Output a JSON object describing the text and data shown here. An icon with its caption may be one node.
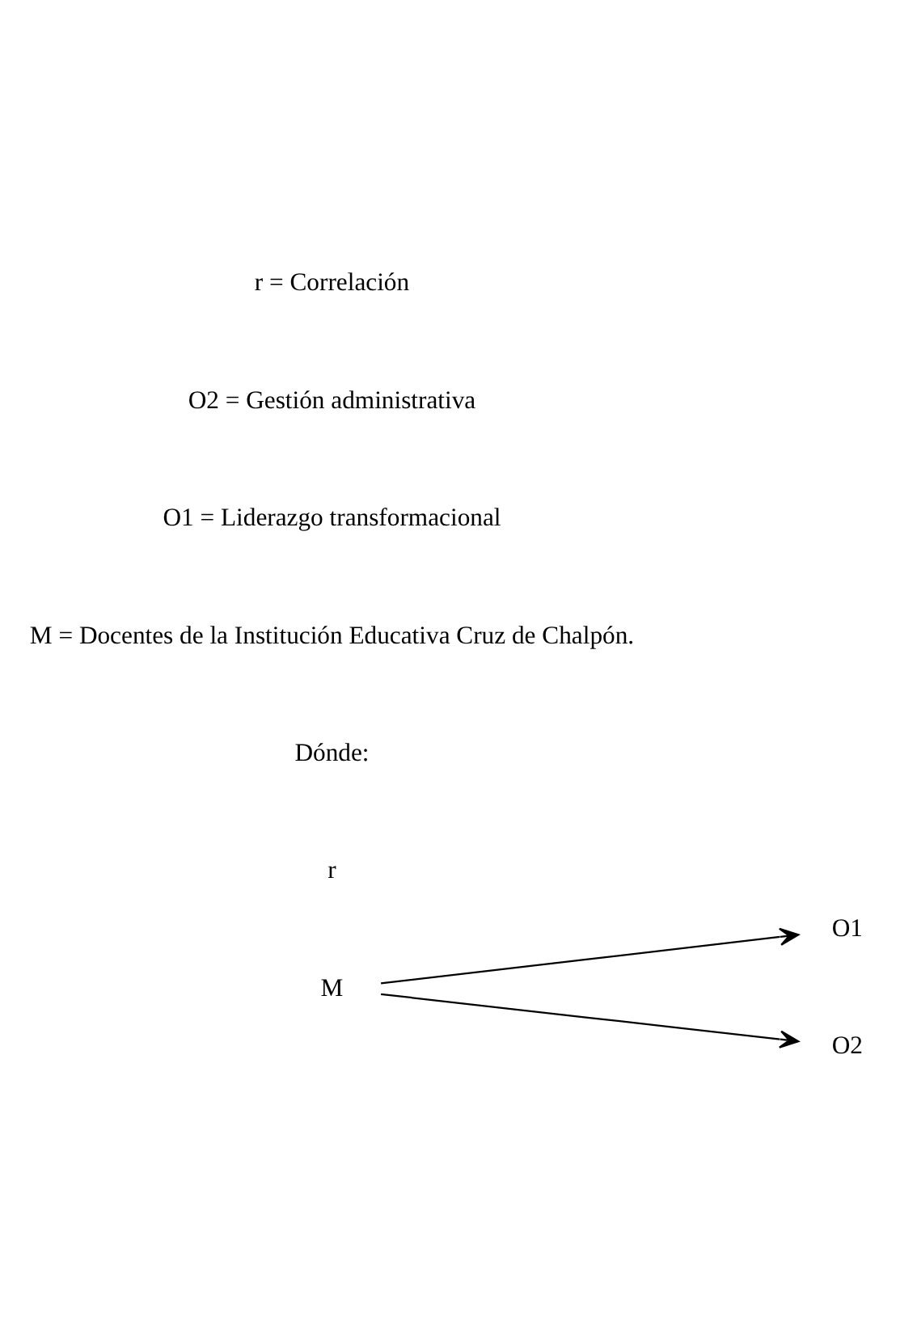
{
  "diagram": {
    "nodes": [
      {
        "text": [
          "M"
        ]
      },
      {
        "text": [
          "O1"
        ]
      },
      {
        "text": [
          "O2"
        ]
      }
    ],
    "edges": [
      {
        "from": 0,
        "to": 1,
        "arrow": "to"
      },
      {
        "from": 0,
        "to": 2,
        "arrow": "to"
      }
    ],
    "labels": [
      "r",
      "Dónde:",
      "M = Docentes de la Institución Educativa Cruz de Chalpón.",
      "O1 = Liderazgo transformacional",
      "O2 = Gestión administrativa",
      "r = Correlación"
    ]
  }
}
